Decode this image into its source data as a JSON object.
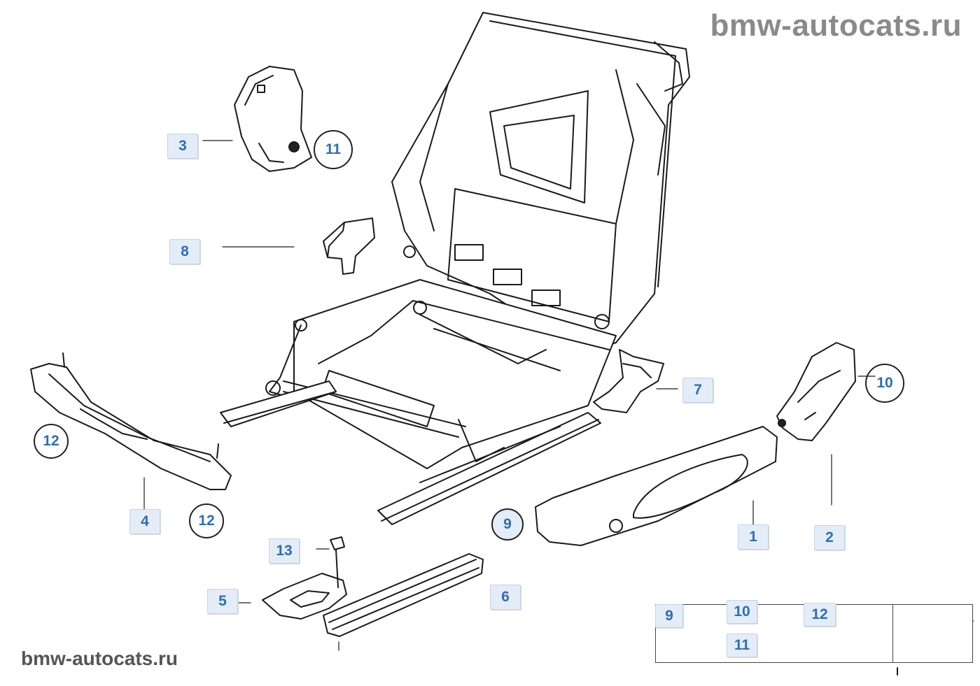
{
  "watermarks": {
    "top": "bmw-autocats.ru",
    "bottom": "bmw-autocats.ru"
  },
  "callouts": {
    "c1": "1",
    "c2": "2",
    "c3": "3",
    "c4": "4",
    "c5": "5",
    "c6": "6",
    "c7": "7",
    "c8": "8",
    "c9": "9",
    "c10": "10",
    "c11": "11",
    "c12a": "12",
    "c12b": "12",
    "c13": "13"
  },
  "legend": {
    "l9": "9",
    "l10": "10",
    "l11": "11",
    "l12": "12"
  },
  "colors": {
    "callout_text": "#2f6db5",
    "callout_bg": "#e4edf7",
    "line": "#1a1a1a",
    "watermark": "#8a8a8a"
  }
}
